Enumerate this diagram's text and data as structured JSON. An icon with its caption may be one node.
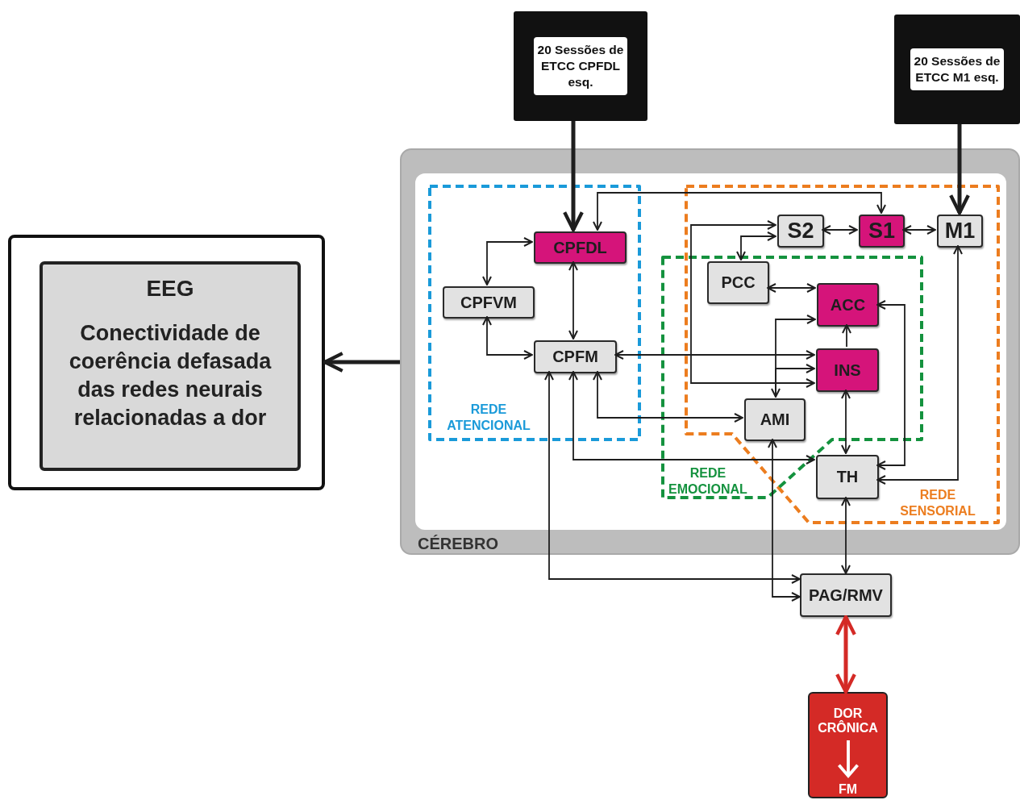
{
  "diagram": {
    "nodes": [
      {
        "text": [],
        "shape": "box"
      },
      {
        "text": [
          "EEG",
          "Conectividade de coerência defasada das redes neurais relacionadas a dor"
        ],
        "in": 0
      },
      {
        "text": [
          "20 Sessões de ETCC CPFDL esq."
        ]
      },
      {
        "text": [
          "20 Sessões de ETCC M1 esq."
        ]
      },
      {
        "text": [
          "CÉREBRO"
        ]
      },
      {
        "text": [
          "REDE ATENCIONAL"
        ],
        "in": 4
      },
      {
        "text": [
          "REDE SENSORIAL"
        ],
        "in": 4
      },
      {
        "text": [
          "REDE EMOCIONAL"
        ],
        "in": 4
      },
      {
        "text": [
          "CPFDL"
        ],
        "in": 5
      },
      {
        "text": [
          "CPFVM"
        ],
        "in": 5
      },
      {
        "text": [
          "CPFM"
        ],
        "in": 5
      },
      {
        "text": [
          "S2"
        ],
        "in": 6
      },
      {
        "text": [
          "S1"
        ],
        "in": 6
      },
      {
        "text": [
          "M1"
        ],
        "in": 6
      },
      {
        "text": [
          "PCC"
        ],
        "in": 7
      },
      {
        "text": [
          "ACC"
        ],
        "in": 7
      },
      {
        "text": [
          "INS"
        ],
        "in": 7
      },
      {
        "text": [
          "AMI"
        ],
        "in": 7
      },
      {
        "text": [
          "TH"
        ],
        "in": 6
      },
      {
        "text": [
          "PAG/RMV"
        ]
      },
      {
        "text": [
          "DOR CRÔNICA",
          "FM"
        ]
      }
    ],
    "edges": [
      {
        "from": 4,
        "to": 0,
        "arrow": "to",
        "style": "thick"
      },
      {
        "from": 2,
        "to": 8,
        "arrow": "to",
        "style": "thick"
      },
      {
        "from": 3,
        "to": 13,
        "arrow": "to",
        "style": "thick"
      },
      {
        "from": 8,
        "to": 9,
        "arrow": "both"
      },
      {
        "from": 8,
        "to": 10,
        "arrow": "both"
      },
      {
        "from": 9,
        "to": 10,
        "arrow": "both"
      },
      {
        "from": 12,
        "to": 8,
        "arrow": "both"
      },
      {
        "from": 11,
        "to": 12,
        "arrow": "both"
      },
      {
        "from": 12,
        "to": 13,
        "arrow": "both"
      },
      {
        "from": 11,
        "to": 14,
        "arrow": "both"
      },
      {
        "from": 11,
        "to": 16,
        "arrow": "both"
      },
      {
        "from": 14,
        "to": 15,
        "arrow": "both"
      },
      {
        "from": 10,
        "to": 16,
        "arrow": "both"
      },
      {
        "from": 17,
        "to": 15,
        "arrow": "both"
      },
      {
        "from": 17,
        "to": 16,
        "arrow": "to"
      },
      {
        "from": 16,
        "to": 15,
        "arrow": "to"
      },
      {
        "from": 16,
        "to": 18,
        "arrow": "both"
      },
      {
        "from": 15,
        "to": 18,
        "arrow": "both"
      },
      {
        "from": 13,
        "to": 18,
        "arrow": "both"
      },
      {
        "from": 10,
        "to": 17,
        "arrow": "both"
      },
      {
        "from": 10,
        "to": 18,
        "arrow": "both"
      },
      {
        "from": 10,
        "to": 19,
        "arrow": "both"
      },
      {
        "from": 17,
        "to": 19,
        "arrow": "both"
      },
      {
        "from": 18,
        "to": 19,
        "arrow": "both"
      },
      {
        "from": 19,
        "to": 20,
        "arrow": "both",
        "style": "thick",
        "color": "#d42a26"
      }
    ]
  }
}
